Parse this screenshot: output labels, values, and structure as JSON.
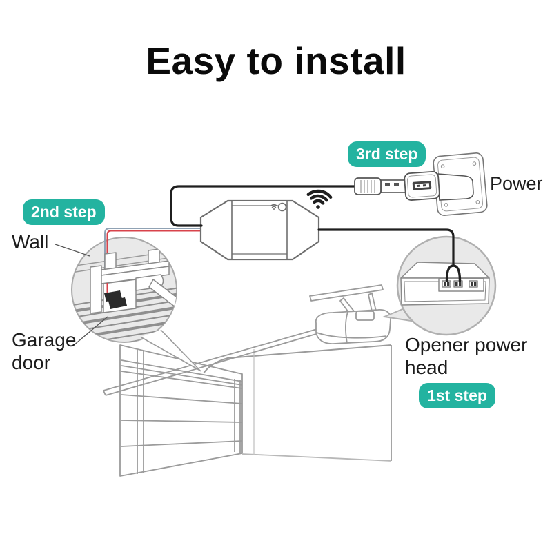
{
  "title": "Easy to install",
  "steps": {
    "first": {
      "label": "1st step"
    },
    "second": {
      "label": "2nd step"
    },
    "third": {
      "label": "3rd step"
    }
  },
  "annotations": {
    "power": "Power",
    "wall": "Wall",
    "garage_door": "Garage door",
    "opener_power_head": "Opener power head"
  },
  "icons": {
    "wifi_large": "wifi-signal-icon",
    "wifi_small_on_device": "wifi-status-icon",
    "device_button": "pairing-button"
  },
  "colors": {
    "accent_teal": "#23b3a0",
    "wire_red": "#d8434b",
    "wire_blue": "#90a2b4",
    "cable_black": "#1f1f1f",
    "line_light": "#9b9b9b",
    "line_mid": "#6e6e6e",
    "inset_fill": "#e9e9e9",
    "inset_stroke": "#b0b0b0",
    "label_color": "#1c1c1c"
  }
}
